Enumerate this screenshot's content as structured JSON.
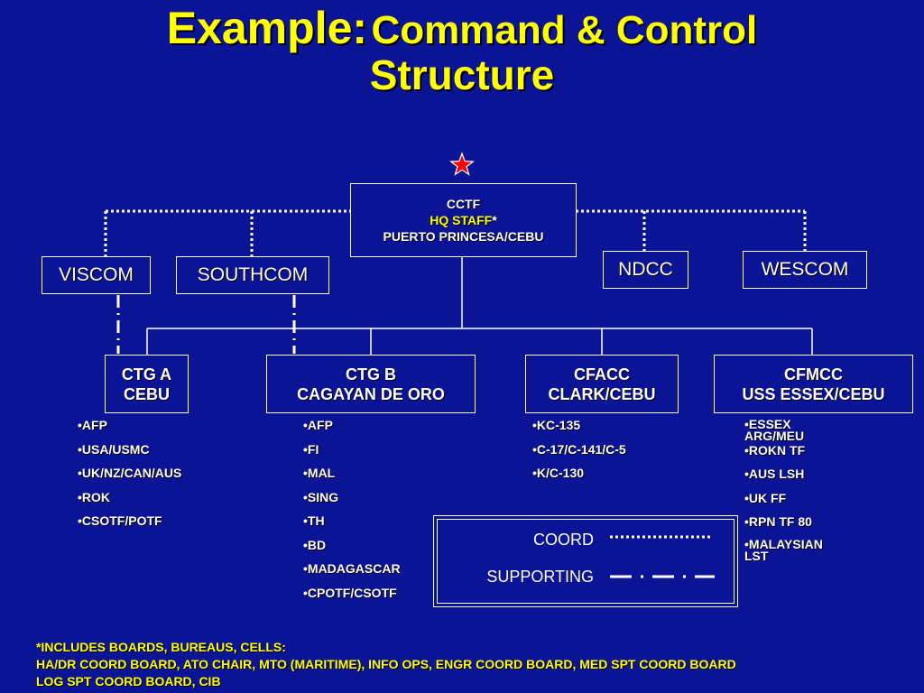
{
  "title": {
    "prefix": "Example:",
    "main": "Command & Control",
    "line2": "Structure"
  },
  "cctf": {
    "name": "CCTF",
    "hq_staff": "HQ STAFF",
    "asterisk": "*",
    "location": "PUERTO PRINCESA/CEBU"
  },
  "coord_nodes": {
    "viscom": "VISCOM",
    "southcom": "SOUTHCOM",
    "ndcc": "NDCC",
    "wescom": "WESCOM"
  },
  "task_groups": [
    {
      "name": "CTG A",
      "location": "CEBU",
      "members": [
        "•AFP",
        "•USA/USMC",
        "•UK/NZ/CAN/AUS",
        "•ROK",
        "•CSOTF/POTF"
      ]
    },
    {
      "name": "CTG B",
      "location": "CAGAYAN DE ORO",
      "members": [
        "•AFP",
        "•FI",
        "•MAL",
        "•SING",
        "•TH",
        "•BD",
        "•MADAGASCAR",
        "•CPOTF/CSOTF"
      ]
    },
    {
      "name": "CFACC",
      "location": "CLARK/CEBU",
      "members": [
        "•KC-135",
        "•C-17/C-141/C-5",
        "•K/C-130"
      ]
    },
    {
      "name": "CFMCC",
      "location": "USS ESSEX/CEBU",
      "members": [
        "•ESSEX\nARG/MEU",
        "•ROKN TF",
        "•AUS LSH",
        "•UK FF",
        "•RPN TF 80",
        "•MALAYSIAN\nLST"
      ]
    }
  ],
  "legend": {
    "coord": "COORD",
    "supporting": "SUPPORTING"
  },
  "footnote": {
    "line1": "*INCLUDES BOARDS, BUREAUS, CELLS:",
    "line2": "HA/DR COORD BOARD, ATO CHAIR, MTO (MARITIME), INFO OPS, ENGR COORD BOARD, MED SPT COORD BOARD",
    "line3": "LOG SPT COORD BOARD, CIB"
  },
  "colors": {
    "background": "#0a1494",
    "title": "#ffff00",
    "star": "#ff0000",
    "text": "#ffffff"
  },
  "icons": {
    "command_star": "red-star-icon"
  }
}
